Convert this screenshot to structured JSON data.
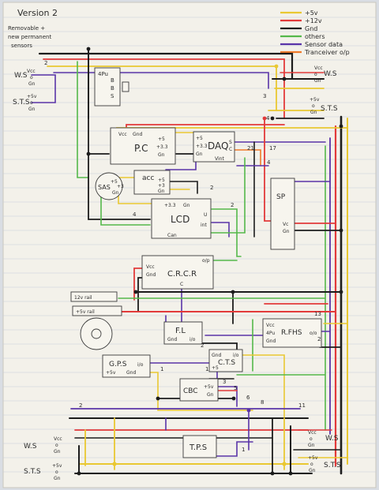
{
  "page": {
    "title": "Version 2",
    "subtitle_line1": "Removable +",
    "subtitle_line2": "new permanent",
    "subtitle_line3": "sensors"
  },
  "legend": [
    {
      "label": "+5v",
      "color": "#e9c832"
    },
    {
      "label": "+12v",
      "color": "#e23a3a"
    },
    {
      "label": "Gnd",
      "color": "#1c1c1c"
    },
    {
      "label": "others",
      "color": "#55b84a"
    },
    {
      "label": "Sensor data",
      "color": "#5a34a8"
    },
    {
      "label": "Tranceiver o/p",
      "color": "#f07a2a"
    }
  ],
  "components": {
    "pc": {
      "label": "P.C",
      "pins": [
        "Vcc",
        "Gnd",
        "+5",
        "+3.3",
        "Gn"
      ]
    },
    "daq": {
      "label": "DAQ",
      "pins": [
        "+5",
        "+3.3",
        "Gn",
        "S",
        "C",
        "Vint"
      ]
    },
    "sas": {
      "label": "SAS",
      "pins": [
        "+5",
        "+3",
        "Gn"
      ]
    },
    "acc": {
      "label": "acc",
      "pins": [
        "+5",
        "+3",
        "Gn"
      ]
    },
    "lcd": {
      "label": "LCD",
      "pins": [
        "+3.3",
        "Gn",
        "U",
        "int",
        "Can"
      ]
    },
    "sp": {
      "label": "SP",
      "pins": [
        "Vc",
        "Gn"
      ]
    },
    "crcr": {
      "label": "C.R.C.R",
      "pins": [
        "Vcc",
        "Gnd",
        "C",
        "o/p"
      ]
    },
    "fl": {
      "label": "F.L",
      "pins": [
        "Gnd",
        "i/o"
      ]
    },
    "rfhs": {
      "label": "R.FHS",
      "pins": [
        "Vcc",
        "4Pu",
        "Gnd",
        "o/o"
      ]
    },
    "gps": {
      "label": "G.P.S",
      "pins": [
        "i/o",
        "+5v",
        "Gnd"
      ]
    },
    "cts": {
      "label": "C.T.S",
      "pins": [
        "Gnd",
        "+5",
        "i/o"
      ]
    },
    "cbc": {
      "label": "CBC",
      "pins": [
        "+5v",
        "Gn"
      ]
    },
    "tps": {
      "label": "T.P.S"
    },
    "rail12": {
      "label": "12v rail"
    },
    "rail5": {
      "label": "+5v rail"
    }
  },
  "sensors": {
    "ws_top_left": {
      "label": "W.S",
      "pins": [
        "Vcc",
        "o",
        "Gn"
      ]
    },
    "sts_top_left": {
      "label": "S.T.S",
      "pins": [
        "+5v",
        "o",
        "Gn"
      ]
    },
    "ws_top_right": {
      "label": "W.S",
      "pins": [
        "Vcc",
        "o",
        "Gn"
      ]
    },
    "sts_top_right": {
      "label": "S.T.S",
      "pins": [
        "+5v",
        "o",
        "Gn"
      ]
    },
    "ws_bottom_left": {
      "label": "W.S",
      "pins": [
        "Vcc",
        "o",
        "Gn"
      ]
    },
    "sts_bottom_left": {
      "label": "S.T.S",
      "pins": [
        "+5v",
        "o",
        "Gn"
      ]
    },
    "ws_bottom_right": {
      "label": "W.S",
      "pins": [
        "Vcc",
        "o",
        "Gn"
      ]
    },
    "sts_bottom_right": {
      "label": "S.T.S",
      "pins": [
        "+5v",
        "o",
        "Gn"
      ]
    },
    "connector": {
      "pins": [
        "4Pu",
        "B",
        "B",
        "S"
      ]
    }
  },
  "wire_numbers": [
    "2",
    "3",
    "4",
    "4",
    "17",
    "21",
    "2",
    "2",
    "4",
    "1",
    "1",
    "2",
    "3",
    "5",
    "6",
    "8",
    "11",
    "13",
    "2",
    "2",
    "1"
  ]
}
